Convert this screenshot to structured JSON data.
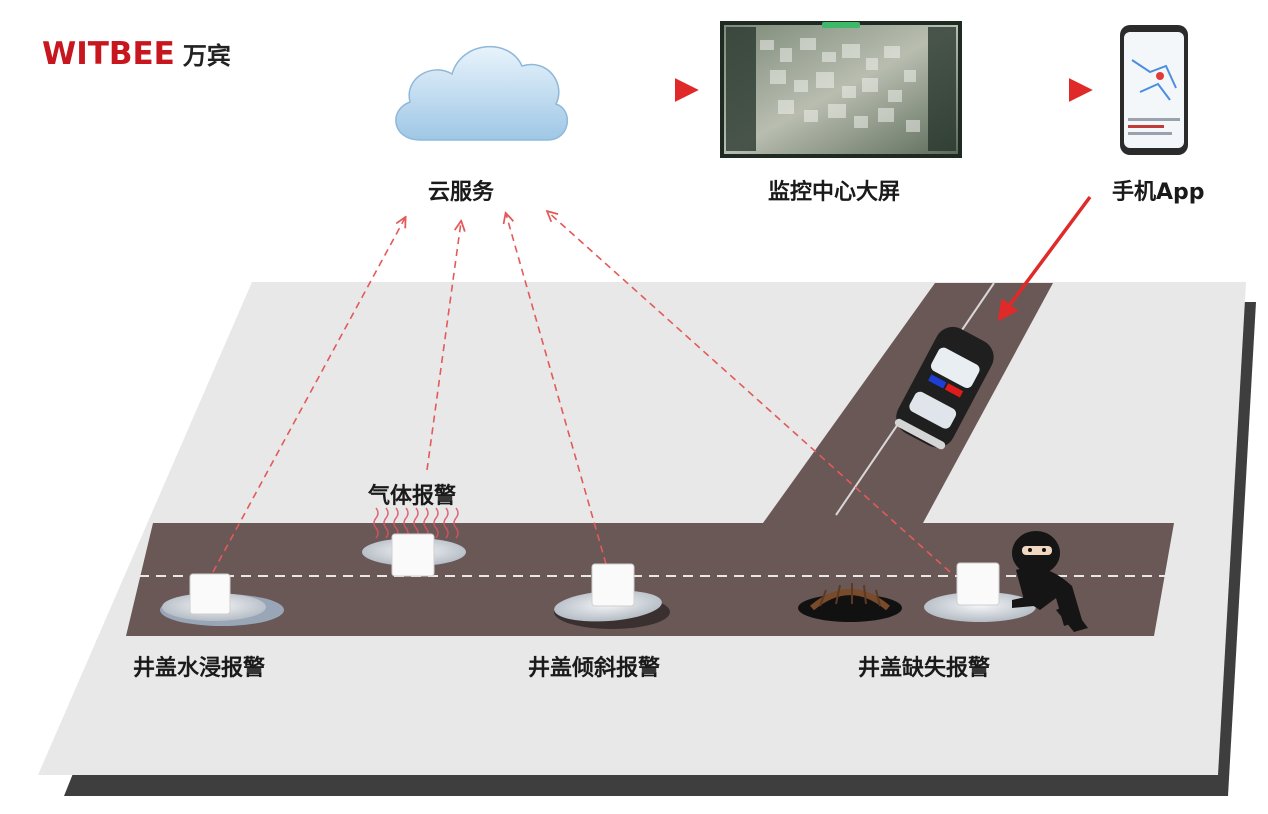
{
  "logo": {
    "text_en": "WITBEE",
    "text_cn": "万宾"
  },
  "nodes": {
    "cloud": {
      "label": "云服务",
      "icon": "cloud-icon"
    },
    "monitor": {
      "label": "监控中心大屏",
      "icon": "monitor-screen"
    },
    "phone": {
      "label": "手机App",
      "icon": "smartphone-icon"
    }
  },
  "sensors": {
    "water": {
      "label": "井盖水浸报警"
    },
    "gas": {
      "label": "气体报警"
    },
    "tilt": {
      "label": "井盖倾斜报警"
    },
    "missing": {
      "label": "井盖缺失报警"
    }
  },
  "colors": {
    "accent": "#e02a2a",
    "brand": "#c8161e",
    "road": "#6a5856",
    "ground": "#e8e8e8",
    "cloud": "#a9cdea"
  }
}
